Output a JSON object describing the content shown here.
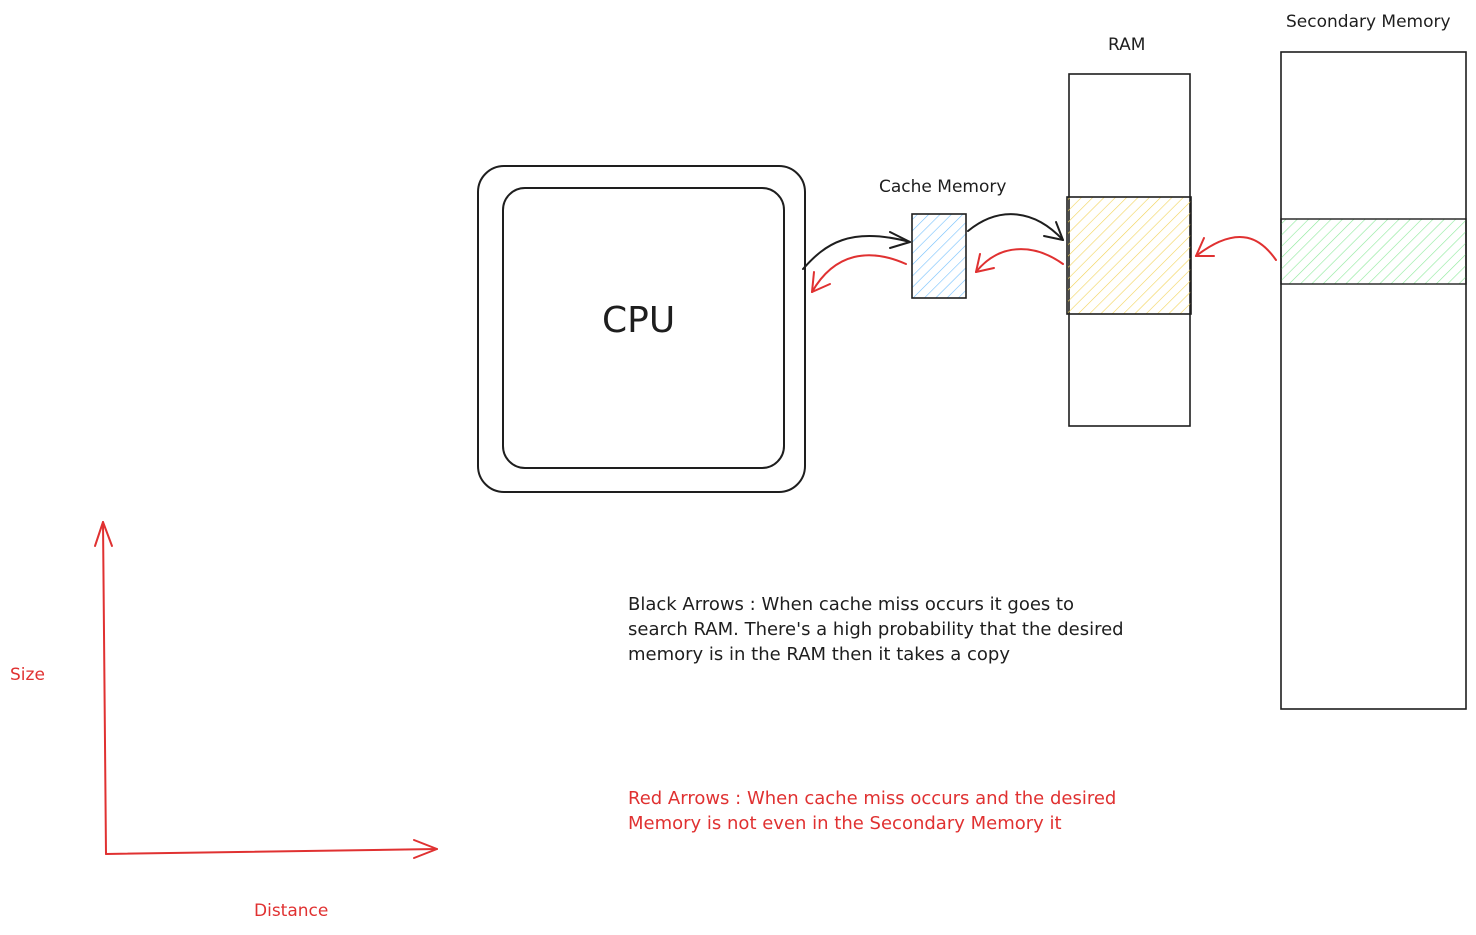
{
  "labels": {
    "cpu": "CPU",
    "cache": "Cache Memory",
    "ram": "RAM",
    "secondary": "Secondary Memory",
    "size_axis": "Size",
    "distance_axis": "Distance"
  },
  "notes": {
    "black_arrows": "Black Arrows : When cache miss occurs it goes to search RAM. There's a high probability that the desired memory is in the RAM then it takes a copy",
    "red_arrows": "Red Arrows : When cache miss occurs and the desired Memory is not even in the Secondary Memory it"
  },
  "colors": {
    "ink": "#1e1e1e",
    "red": "#e03131",
    "cache_fill": "#a5d8ff",
    "ram_fill": "#ffec99",
    "secondary_fill": "#b2f2bb"
  }
}
